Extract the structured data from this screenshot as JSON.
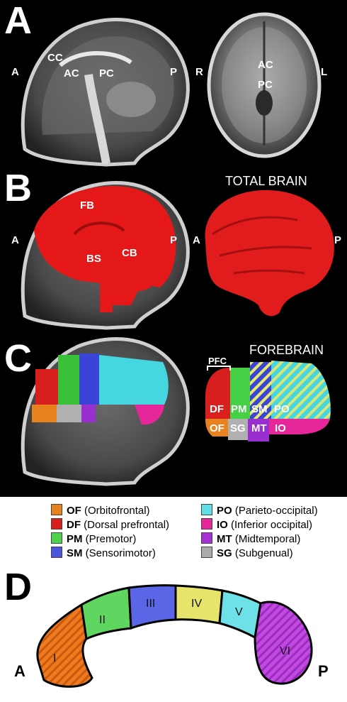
{
  "panel_a": {
    "letter": "A",
    "sagittal_labels": {
      "cc": "CC",
      "ac": "AC",
      "pc": "PC",
      "anterior": "A",
      "posterior": "P"
    },
    "axial_labels": {
      "ac": "AC",
      "pc": "PC",
      "right": "R",
      "left": "L"
    }
  },
  "panel_b": {
    "letter": "B",
    "title": "TOTAL BRAIN",
    "sagittal_labels": {
      "fb": "FB",
      "bs": "BS",
      "cb": "CB",
      "anterior": "A",
      "posterior": "P"
    },
    "render_labels": {
      "anterior": "A",
      "posterior": "P"
    }
  },
  "panel_c": {
    "letter": "C",
    "title": "FOREBRAIN",
    "bracket_label": "PFC",
    "region_labels": {
      "df": "DF",
      "pm": "PM",
      "sm": "SM",
      "po": "PO",
      "of": "OF",
      "sg": "SG",
      "mt": "MT",
      "io": "IO"
    }
  },
  "legend": {
    "items": [
      {
        "abbr": "OF",
        "name": "(Orbitofrontal)",
        "color": "#e8821e"
      },
      {
        "abbr": "DF",
        "name": "(Dorsal prefrontal)",
        "color": "#d91e1e"
      },
      {
        "abbr": "PM",
        "name": "(Premotor)",
        "color": "#4cd34c"
      },
      {
        "abbr": "SM",
        "name": "(Sensorimotor)",
        "color": "#4a55e0"
      },
      {
        "abbr": "PO",
        "name": "(Parieto-occipital)",
        "color": "#5fe0e8"
      },
      {
        "abbr": "IO",
        "name": "(Inferior occipital)",
        "color": "#e6279a"
      },
      {
        "abbr": "MT",
        "name": "(Midtemporal)",
        "color": "#a62fd6"
      },
      {
        "abbr": "SG",
        "name": "(Subgenual)",
        "color": "#aaaaaa"
      }
    ]
  },
  "panel_d": {
    "letter": "D",
    "anterior": "A",
    "posterior": "P",
    "segments": [
      "I",
      "II",
      "III",
      "IV",
      "V",
      "VI"
    ]
  }
}
